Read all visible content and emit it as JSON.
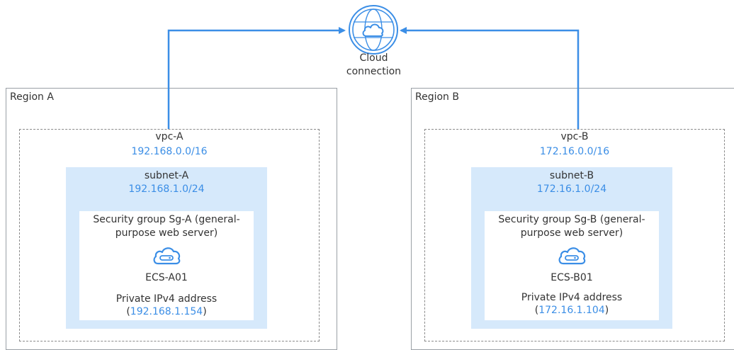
{
  "cloud_connection": {
    "label_line1": "Cloud",
    "label_line2": "connection"
  },
  "regions": [
    {
      "label": "Region A",
      "vpc": {
        "name": "vpc-A",
        "cidr": "192.168.0.0/16"
      },
      "subnet": {
        "name": "subnet-A",
        "cidr": "192.168.1.0/24"
      },
      "security_group": {
        "line1": "Security group Sg-A (general-",
        "line2": "purpose web server)"
      },
      "ecs": {
        "name": "ECS-A01",
        "ip_prefix": "Private IPv4 address (",
        "ip": "192.168.1.154",
        "ip_suffix": ")"
      }
    },
    {
      "label": "Region B",
      "vpc": {
        "name": "vpc-B",
        "cidr": "172.16.0.0/16"
      },
      "subnet": {
        "name": "subnet-B",
        "cidr": "172.16.1.0/24"
      },
      "security_group": {
        "line1": "Security group Sg-B (general-",
        "line2": "purpose web server)"
      },
      "ecs": {
        "name": "ECS-B01",
        "ip_prefix": "Private IPv4 address (",
        "ip": "172.16.1.104",
        "ip_suffix": ")"
      }
    }
  ],
  "colors": {
    "accent": "#3b8ee6",
    "subnet_fill": "#d6e9fb",
    "border": "#9aa0a6"
  }
}
